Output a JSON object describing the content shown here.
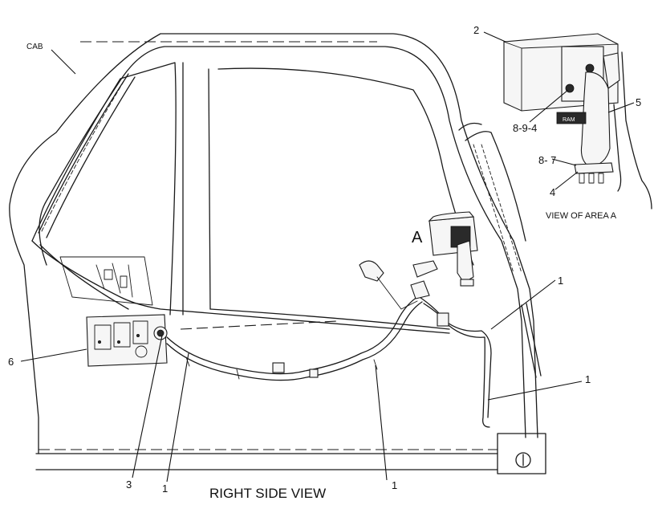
{
  "diagram": {
    "view_title": "RIGHT SIDE VIEW",
    "detail_title": "VIEW OF AREA  A",
    "area_marker": "A",
    "cab_label": "CAB",
    "callouts": {
      "cab": "CAB",
      "item_1_bottom_left": "1",
      "item_1_bottom_center": "1",
      "item_1_right_upper": "1",
      "item_1_right_lower": "1",
      "item_2": "2",
      "item_3": "3",
      "item_4": "4",
      "item_5": "5",
      "item_6": "6",
      "item_8_9_4": "8-9-4",
      "item_8_7": "8- 7"
    },
    "ram_mount_label": "RAM"
  }
}
